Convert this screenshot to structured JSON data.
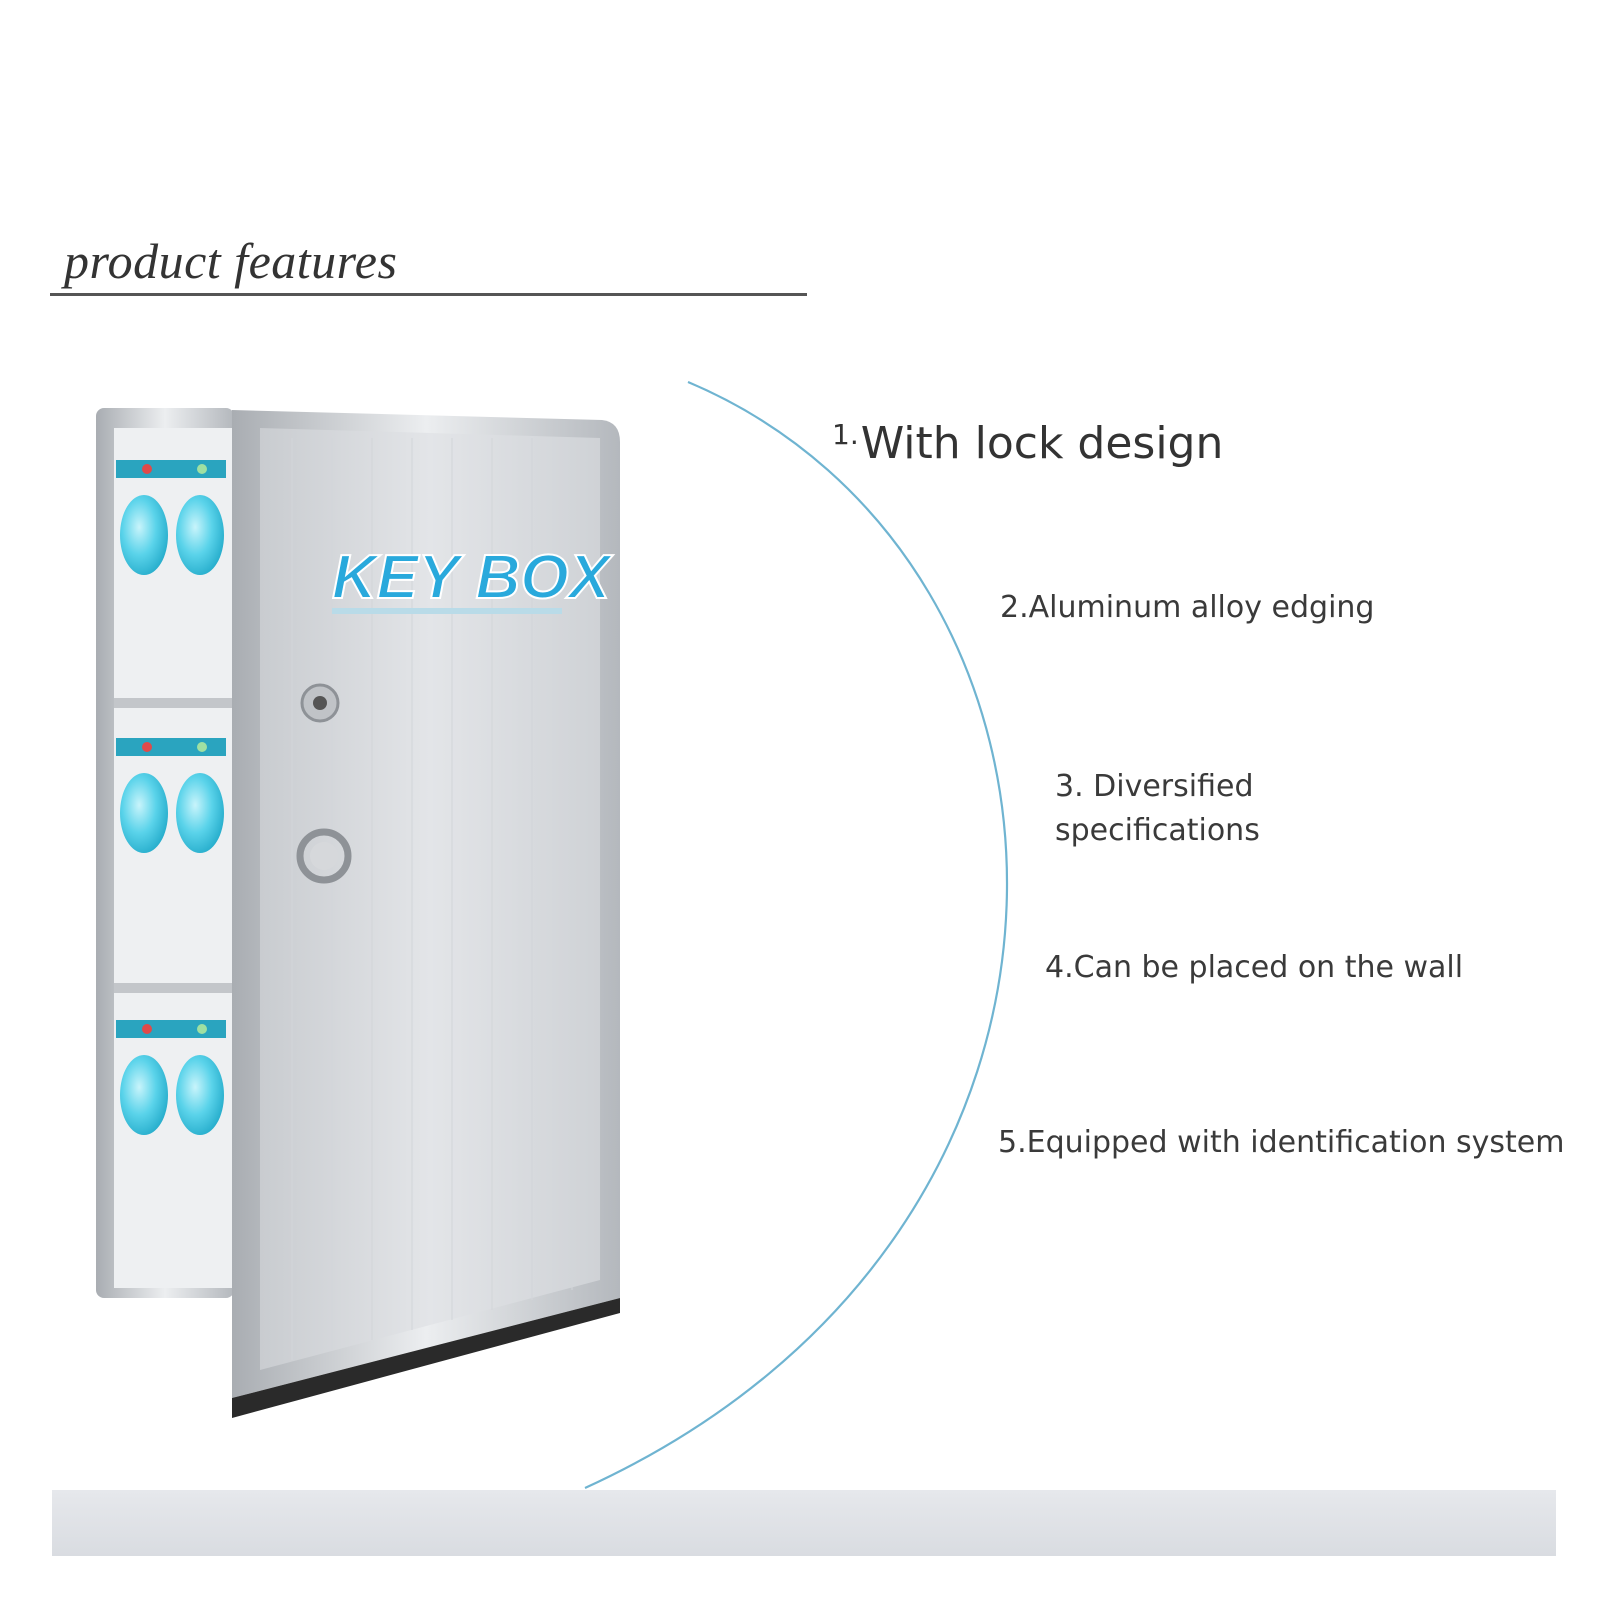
{
  "heading": {
    "title": "product features"
  },
  "product": {
    "logo_text": "KEY BOX",
    "accent_color": "#29a9dc",
    "body_color": "#d8dadc",
    "tag_color": "#5ad3ea"
  },
  "features": [
    {
      "number": "1.",
      "text": "With lock design"
    },
    {
      "text": "2.Aluminum alloy edging"
    },
    {
      "line1": "3. Diversified",
      "line2": "specifications"
    },
    {
      "text": "4.Can be placed on the wall"
    },
    {
      "text": "5.Equipped with identification system"
    }
  ],
  "colors": {
    "arc": "#6fb4d1",
    "rule": "#555555",
    "band": "#dfe1e5"
  }
}
